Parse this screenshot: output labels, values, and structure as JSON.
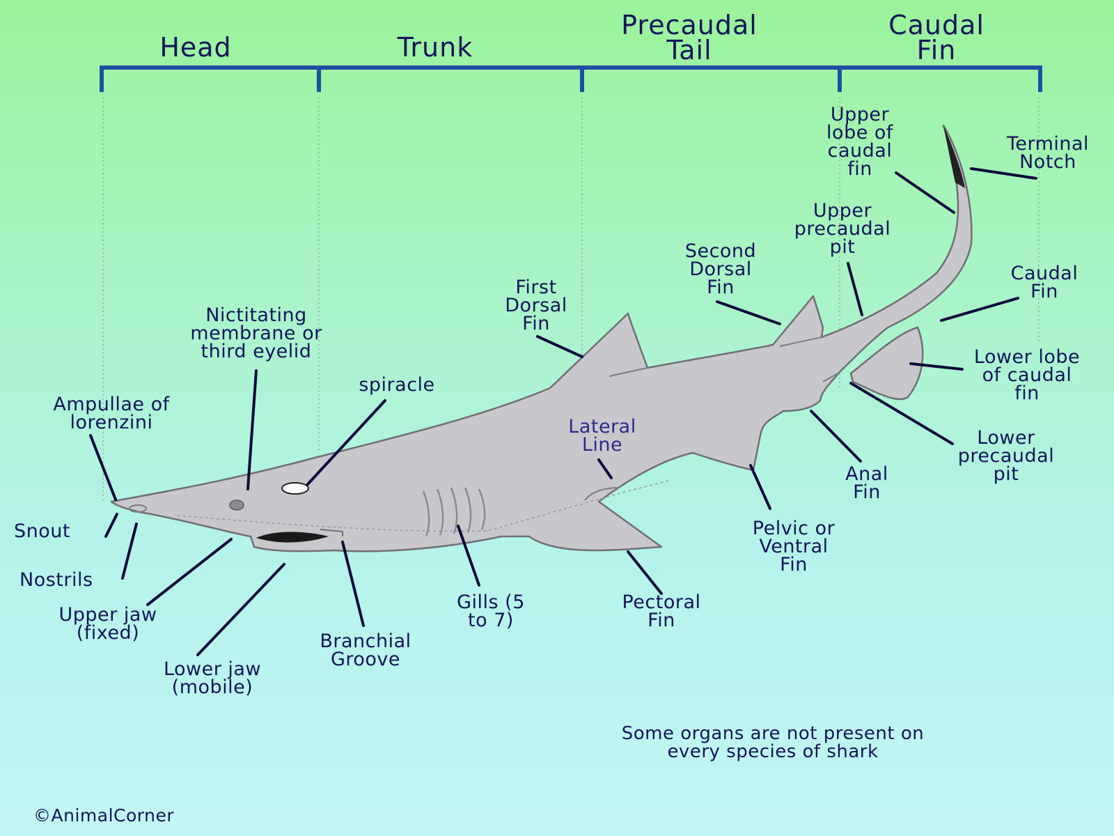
{
  "segments": {
    "head": "Head",
    "trunk": "Trunk",
    "precaudal_tail": "Precaudal\nTail",
    "caudal_fin": "Caudal\nFin"
  },
  "labels": {
    "upper_lobe": "Upper\nlobe of\ncaudal\nfin",
    "terminal_notch": "Terminal\nNotch",
    "upper_precaudal_pit": "Upper\nprecaudal\npit",
    "second_dorsal_fin": "Second\nDorsal\nFin",
    "caudal_fin": "Caudal\nFin",
    "first_dorsal_fin": "First\nDorsal\nFin",
    "nictitating": "Nictitating\nmembrane or\nthird eyelid",
    "spiracle": "spiracle",
    "lower_lobe": "Lower lobe\nof caudal\nfin",
    "ampullae": "Ampullae of\nlorenzini",
    "lateral_line": "Lateral\nLine",
    "lower_precaudal_pit": "Lower\nprecaudal\npit",
    "anal_fin": "Anal\nFin",
    "snout": "Snout",
    "pelvic_fin": "Pelvic or\nVentral\nFin",
    "nostrils": "Nostrils",
    "gills": "Gills (5\nto 7)",
    "pectoral_fin": "Pectoral\nFin",
    "upper_jaw": "Upper jaw\n(fixed)",
    "branchial_groove": "Branchial\nGroove",
    "lower_jaw": "Lower jaw\n(mobile)"
  },
  "note": "Some organs are not present on\nevery species of shark",
  "credit": "©AnimalCorner",
  "colors": {
    "label_text": "#14145a",
    "bracket": "#1d4fa3",
    "leader": "#0a0a3a",
    "shark_body": "#c8c8cc",
    "shark_outline": "#6f6f75"
  }
}
